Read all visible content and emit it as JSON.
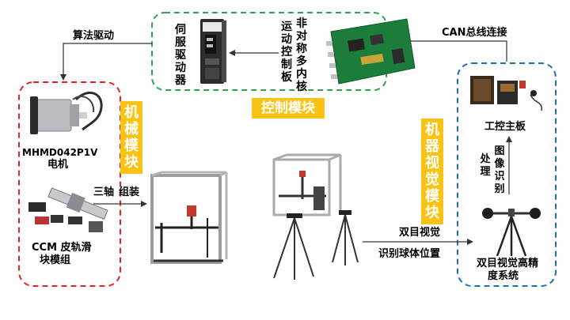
{
  "colors": {
    "control_border": "#2ea44f",
    "mech_border": "#e0242b",
    "vision_border": "#1f6fb5",
    "tag_fill": "#f9c316"
  },
  "control_module": {
    "tag": "控制模块",
    "servo_label": "伺\n服\n驱\n动\n器",
    "controller_label_col1": "运\n动\n控\n制\n板",
    "controller_label_col2": "非\n对\n称\n多\n内\n核"
  },
  "mechanical_module": {
    "tag": "机\n械\n模\n块",
    "motor_label_line1": "MHMD042P1V",
    "motor_label_line2": "电机",
    "slide_label_line1": "CCM 皮轨滑",
    "slide_label_line2": "块模组"
  },
  "vision_module": {
    "tag": "机\n器\n视\n觉\n模\n块",
    "board_label": "工控主板",
    "process_col1": "处\n理",
    "process_col2": "图\n像\n识\n别",
    "system_label_line1": "双目视觉高精",
    "system_label_line2": "度系统"
  },
  "connections": {
    "algorithm_drive": "算法驱动",
    "can_bus": "CAN总线连接",
    "three_axis": "三轴",
    "assembly": "组装",
    "binocular": "双目视觉",
    "locate": "识别球体位置"
  }
}
